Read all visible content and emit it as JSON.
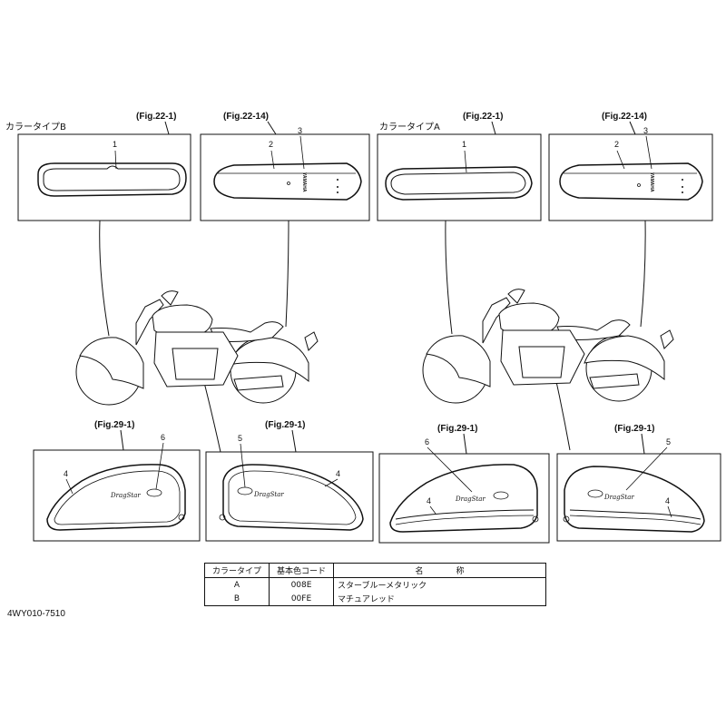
{
  "color_type_b_label": "カラータイプB",
  "color_type_a_label": "カラータイプA",
  "fig_22_1": "(Fig.22-1)",
  "fig_22_14": "(Fig.22-14)",
  "fig_29_1": "(Fig.29-1)",
  "callouts": {
    "n1": "1",
    "n2": "2",
    "n3": "3",
    "n4": "4",
    "n5": "5",
    "n6": "6"
  },
  "emblem_text": "YAMAHA",
  "tank_logo_text": "DragStar",
  "table": {
    "headers": [
      "カラータイプ",
      "基本色コード",
      "名　　　　称"
    ],
    "rows": [
      {
        "type": "A",
        "code": "008E",
        "name": "スターブルーメタリック"
      },
      {
        "type": "B",
        "code": "00FE",
        "name": "マチュアレッド"
      }
    ]
  },
  "part_code": "4WY010-7510"
}
